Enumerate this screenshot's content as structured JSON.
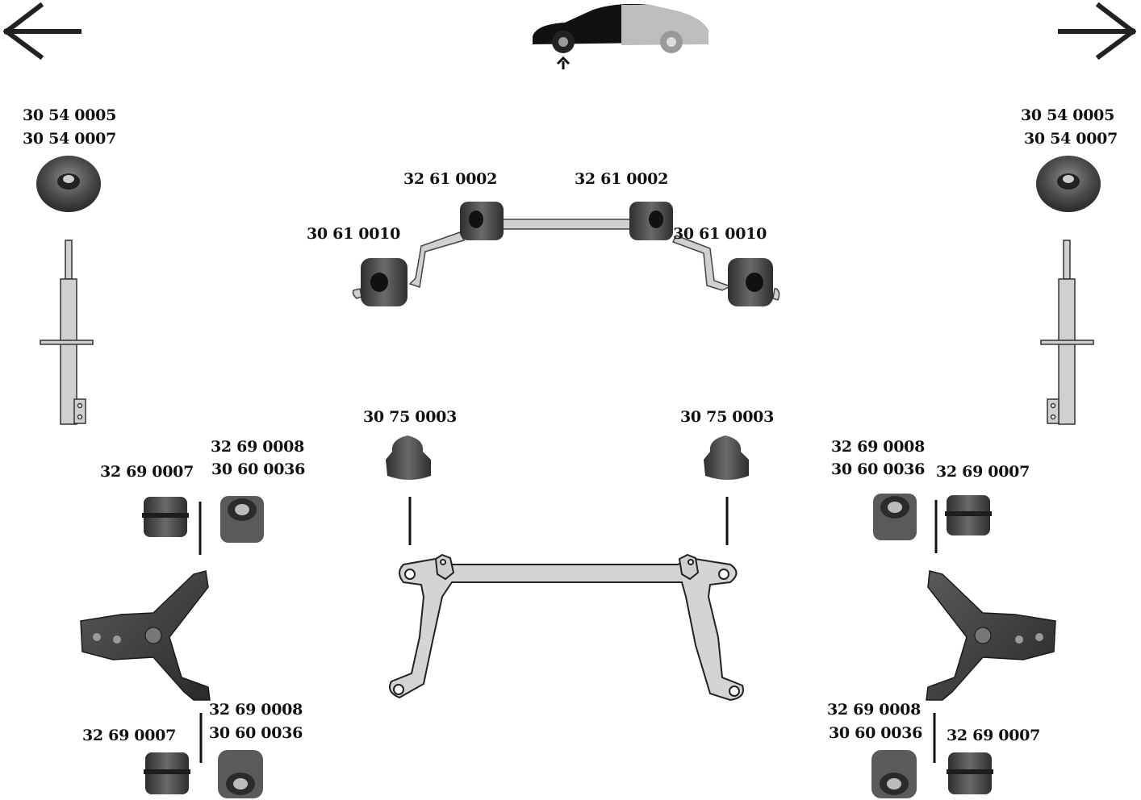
{
  "navigation": {
    "prev_icon": "arrow-left-icon",
    "next_icon": "arrow-right-icon",
    "car_icon": "car-front-axle-icon"
  },
  "parts": {
    "strut_mount_left": [
      "30 54 0005",
      "30 54 0007"
    ],
    "strut_mount_right": [
      "30 54 0005",
      "30 54 0007"
    ],
    "stabilizer_inner_left": "32 61 0002",
    "stabilizer_inner_right": "32 61 0002",
    "stabilizer_outer_left": "30 61 0010",
    "stabilizer_outer_right": "30 61 0010",
    "subframe_mount_left": "30 75 0003",
    "subframe_mount_right": "30 75 0003",
    "arm_upper_left_outer": "32 69 0007",
    "arm_upper_left_inner": [
      "32 69 0008",
      "30 60 0036"
    ],
    "arm_lower_left_outer": "32 69 0007",
    "arm_lower_left_inner": [
      "32 69 0008",
      "30 60 0036"
    ],
    "arm_upper_right_inner": [
      "32 69 0008",
      "30 60 0036"
    ],
    "arm_upper_right_outer": "32 69 0007",
    "arm_lower_right_inner": [
      "32 69 0008",
      "30 60 0036"
    ],
    "arm_lower_right_outer": "32 69 0007"
  },
  "colors": {
    "rubber": "#4a4a4a",
    "metal": "#d0d0d0",
    "outline": "#222222"
  }
}
